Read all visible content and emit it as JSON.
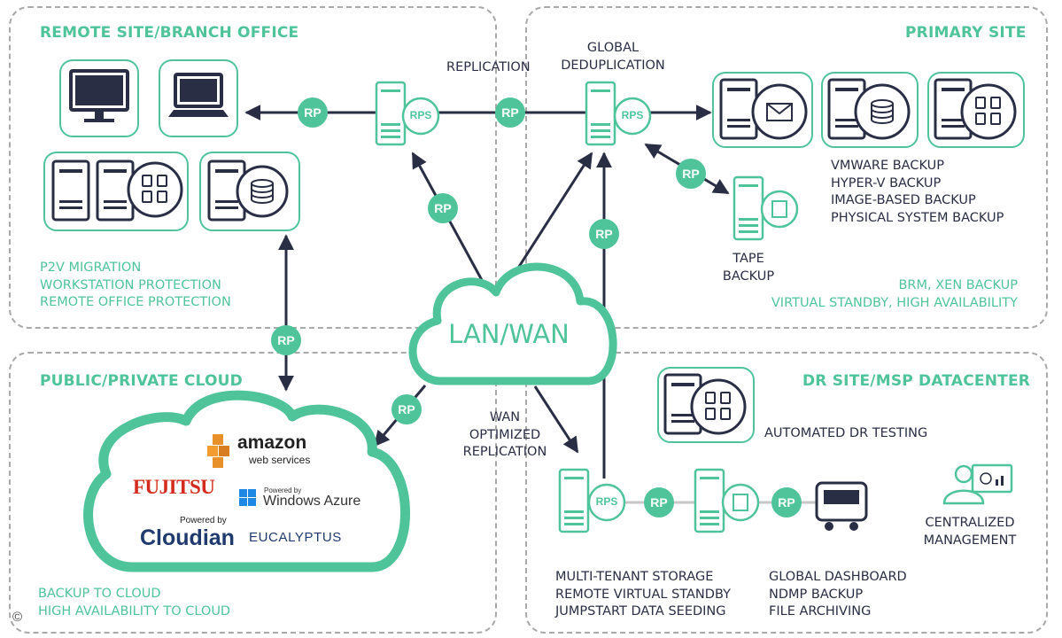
{
  "zones": {
    "remote": {
      "title": "REMOTE SITE/BRANCH OFFICE",
      "features": [
        "P2V MIGRATION",
        "WORKSTATION PROTECTION",
        "REMOTE OFFICE PROTECTION"
      ]
    },
    "primary": {
      "title": "PRIMARY SITE",
      "backup_types": [
        "VMWARE BACKUP",
        "HYPER-V BACKUP",
        "IMAGE-BASED BACKUP",
        "PHYSICAL SYSTEM BACKUP"
      ],
      "tape_label": [
        "TAPE",
        "BACKUP"
      ],
      "features": [
        "BRM, XEN BACKUP",
        "VIRTUAL STANDBY, HIGH AVAILABILITY"
      ]
    },
    "cloud": {
      "title": "PUBLIC/PRIVATE CLOUD",
      "features": [
        "BACKUP TO CLOUD",
        "HIGH AVAILABILITY TO CLOUD"
      ]
    },
    "dr": {
      "title": "DR SITE/MSP DATACENTER",
      "dr_testing": "AUTOMATED DR TESTING",
      "mgmt_label": [
        "CENTRALIZED",
        "MANAGEMENT"
      ],
      "features_left": [
        "MULTI-TENANT STORAGE",
        "REMOTE VIRTUAL STANDBY",
        "JUMPSTART DATA SEEDING"
      ],
      "features_right": [
        "GLOBAL DASHBOARD",
        "NDMP BACKUP",
        "FILE ARCHIVING"
      ]
    }
  },
  "labels": {
    "replication": "REPLICATION",
    "global_dedup": [
      "GLOBAL",
      "DEDUPLICATION"
    ],
    "wan_opt": [
      "WAN",
      "OPTIMIZED",
      "REPLICATION"
    ],
    "lan_wan": "LAN/WAN",
    "rp": "RP",
    "rps": "RPS",
    "copyright": "©"
  },
  "vendors": {
    "amazon": "amazon",
    "amazon_sub": "web services",
    "fujitsu": "FUJITSU",
    "azure_small": "Powered by",
    "azure": "Windows Azure",
    "cloudian_small": "Powered by",
    "cloudian": "Cloudian",
    "eucalyptus": "EUCALYPTUS"
  },
  "colors": {
    "accent": "#4fc49b",
    "dark": "#2a2e45",
    "dashed_border": "#a9a9a9"
  }
}
